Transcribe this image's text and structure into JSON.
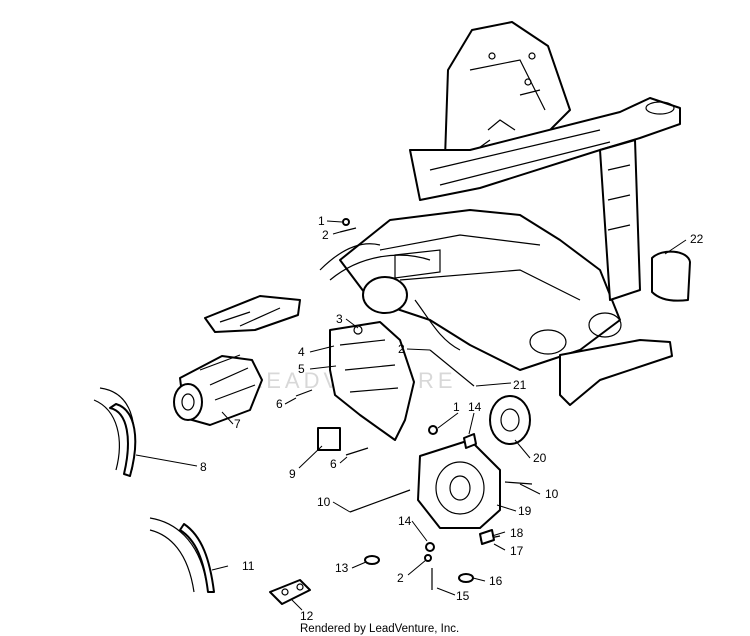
{
  "callouts": [
    "1",
    "2",
    "3",
    "4",
    "5",
    "6",
    "7",
    "8",
    "9",
    "10",
    "11",
    "12",
    "13",
    "14",
    "15",
    "16",
    "17",
    "18",
    "19",
    "20",
    "21",
    "22"
  ],
  "watermark": "LEADVENTURE",
  "footer": "Rendered by LeadVenture, Inc."
}
